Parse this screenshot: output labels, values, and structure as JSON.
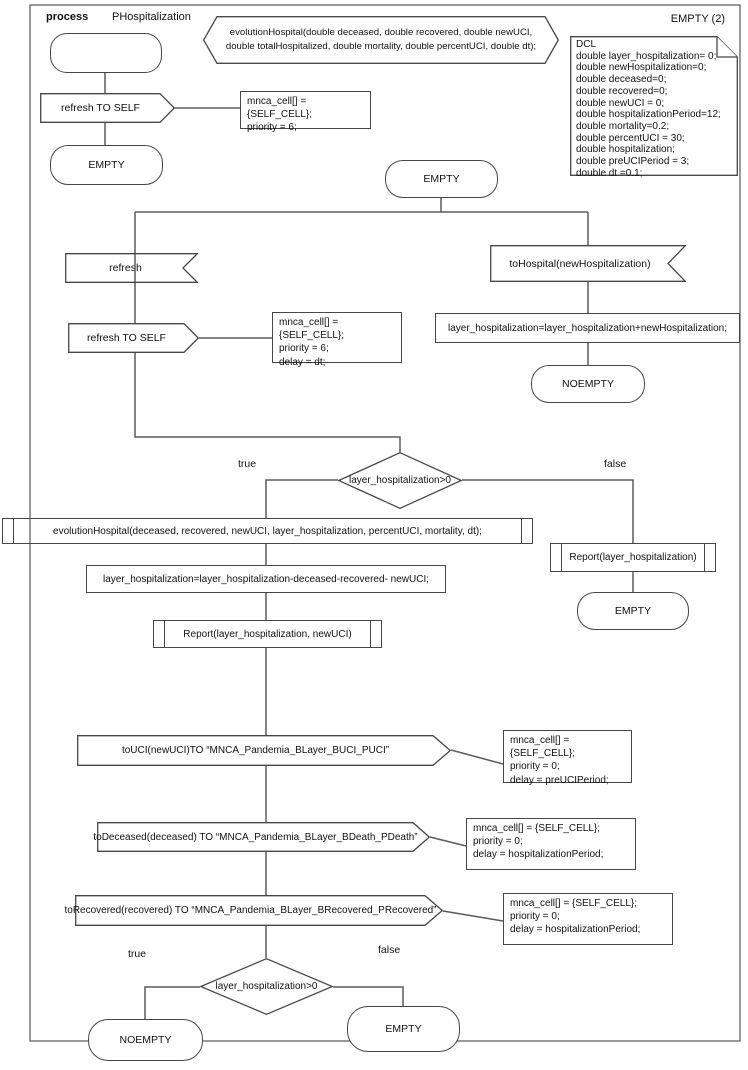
{
  "header": {
    "process_label": "process",
    "process_name": "PHospitalization",
    "page_label": "EMPTY (2)"
  },
  "procedure_decl": {
    "line1": "evolutionHospital(double deceased, double recovered, double newUCI,",
    "line2": "double totalHospitalized, double mortality, double percentUCI, double dt);"
  },
  "dcl": {
    "lines": [
      "DCL",
      "double layer_hospitalization= 0;",
      "double newHospitalization=0;",
      "double deceased=0;",
      "double recovered=0;",
      "double newUCI = 0;",
      "double hospitalizationPeriod=12;",
      "double mortality=0.2;",
      "double percentUCI = 30;",
      "double hospitalization;",
      "double preUCIPeriod = 3;",
      "double dt =0.1;"
    ]
  },
  "start_branch": {
    "send_refresh": "refresh TO SELF",
    "comment": {
      "lines": [
        "mnca_cell[] = {SELF_CELL};",
        "priority = 6;"
      ]
    },
    "next_state": "EMPTY"
  },
  "main_state": {
    "label": "EMPTY"
  },
  "refresh_branch": {
    "input": "refresh",
    "send_refresh": "refresh TO SELF",
    "comment": {
      "lines": [
        "mnca_cell[] = {SELF_CELL};",
        "priority = 6;",
        "delay = dt;"
      ]
    }
  },
  "hospital_branch": {
    "input": "toHospital(newHospitalization)",
    "task": "layer_hospitalization=layer_hospitalization+newHospitalization;",
    "next_state": "NOEMPTY"
  },
  "decision1": {
    "condition": "layer_hospitalization>0",
    "true_label": "true",
    "false_label": "false"
  },
  "true_branch": {
    "call_evolution": "evolutionHospital(deceased, recovered, newUCI, layer_hospitalization, percentUCI, mortality, dt);",
    "task": "layer_hospitalization=layer_hospitalization-deceased-recovered- newUCI;",
    "call_report": "Report(layer_hospitalization, newUCI)"
  },
  "false_branch": {
    "call_report": "Report(layer_hospitalization)",
    "next_state": "EMPTY"
  },
  "outputs": {
    "to_uci": {
      "label": "toUCI(newUCI)TO “MNCA_Pandemia_BLayer_BUCI_PUCI”",
      "comment": {
        "lines": [
          "mnca_cell[] = {SELF_CELL};",
          "priority = 0;",
          "delay = preUCIPeriod;"
        ]
      }
    },
    "to_deceased": {
      "label": "toDeceased(deceased) TO “MNCA_Pandemia_BLayer_BDeath_PDeath”",
      "comment": {
        "lines": [
          "mnca_cell[] = {SELF_CELL};",
          "priority = 0;",
          "delay = hospitalizationPeriod;"
        ]
      }
    },
    "to_recovered": {
      "label": "toRecovered(recovered) TO “MNCA_Pandemia_BLayer_BRecovered_PRecovered”",
      "comment": {
        "lines": [
          "mnca_cell[] = {SELF_CELL};",
          "priority = 0;",
          "delay = hospitalizationPeriod;"
        ]
      }
    }
  },
  "decision2": {
    "condition": "layer_hospitalization>0",
    "true_label": "true",
    "false_label": "false",
    "true_state": "NOEMPTY",
    "false_state": "EMPTY"
  }
}
